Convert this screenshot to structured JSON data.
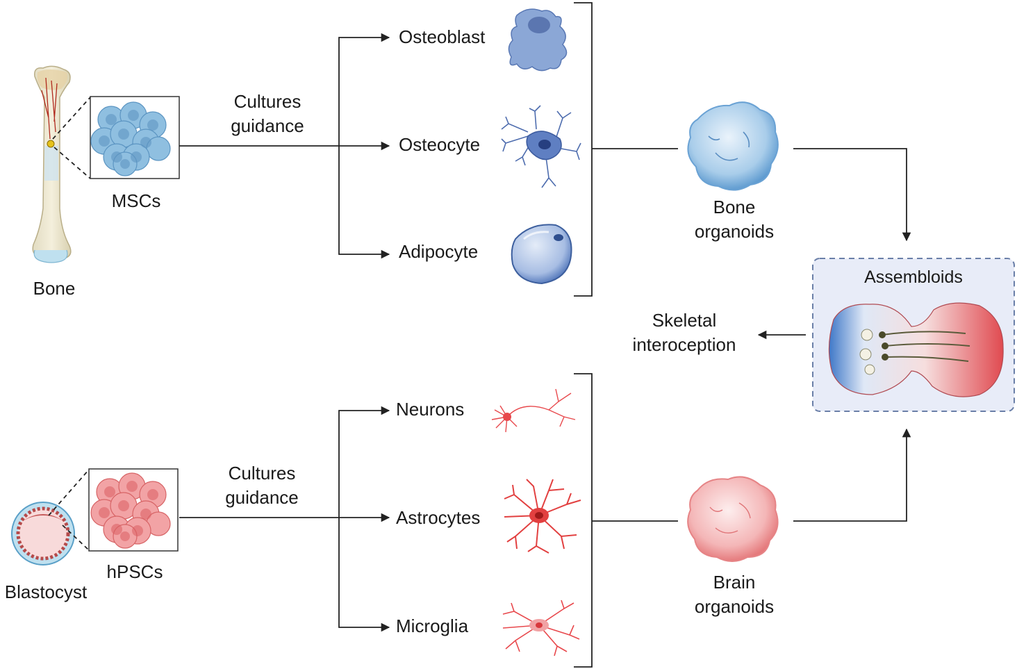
{
  "top": {
    "source_label": "Bone",
    "cells_label": "MSCs",
    "guidance_line1": "Cultures",
    "guidance_line2": "guidance",
    "targets": [
      "Osteoblast",
      "Osteocyte",
      "Adipocyte"
    ],
    "organoid_line1": "Bone",
    "organoid_line2": "organoids"
  },
  "bottom": {
    "source_label": "Blastocyst",
    "cells_label": "hPSCs",
    "guidance_line1": "Cultures",
    "guidance_line2": "guidance",
    "targets": [
      "Neurons",
      "Astrocytes",
      "Microglia"
    ],
    "organoid_line1": "Brain",
    "organoid_line2": "organoids"
  },
  "assembloids": {
    "title": "Assembloids",
    "output_line1": "Skeletal",
    "output_line2": "interoception"
  },
  "colors": {
    "bone_blue": "#7ba6d4",
    "cell_blue": "#8fbfe0",
    "brain_red": "#e8787a",
    "cell_red": "#f2a3a5",
    "assembloid_bg": "#e8ecf8",
    "assembloid_border": "#6a7fa8",
    "line": "#222222"
  }
}
